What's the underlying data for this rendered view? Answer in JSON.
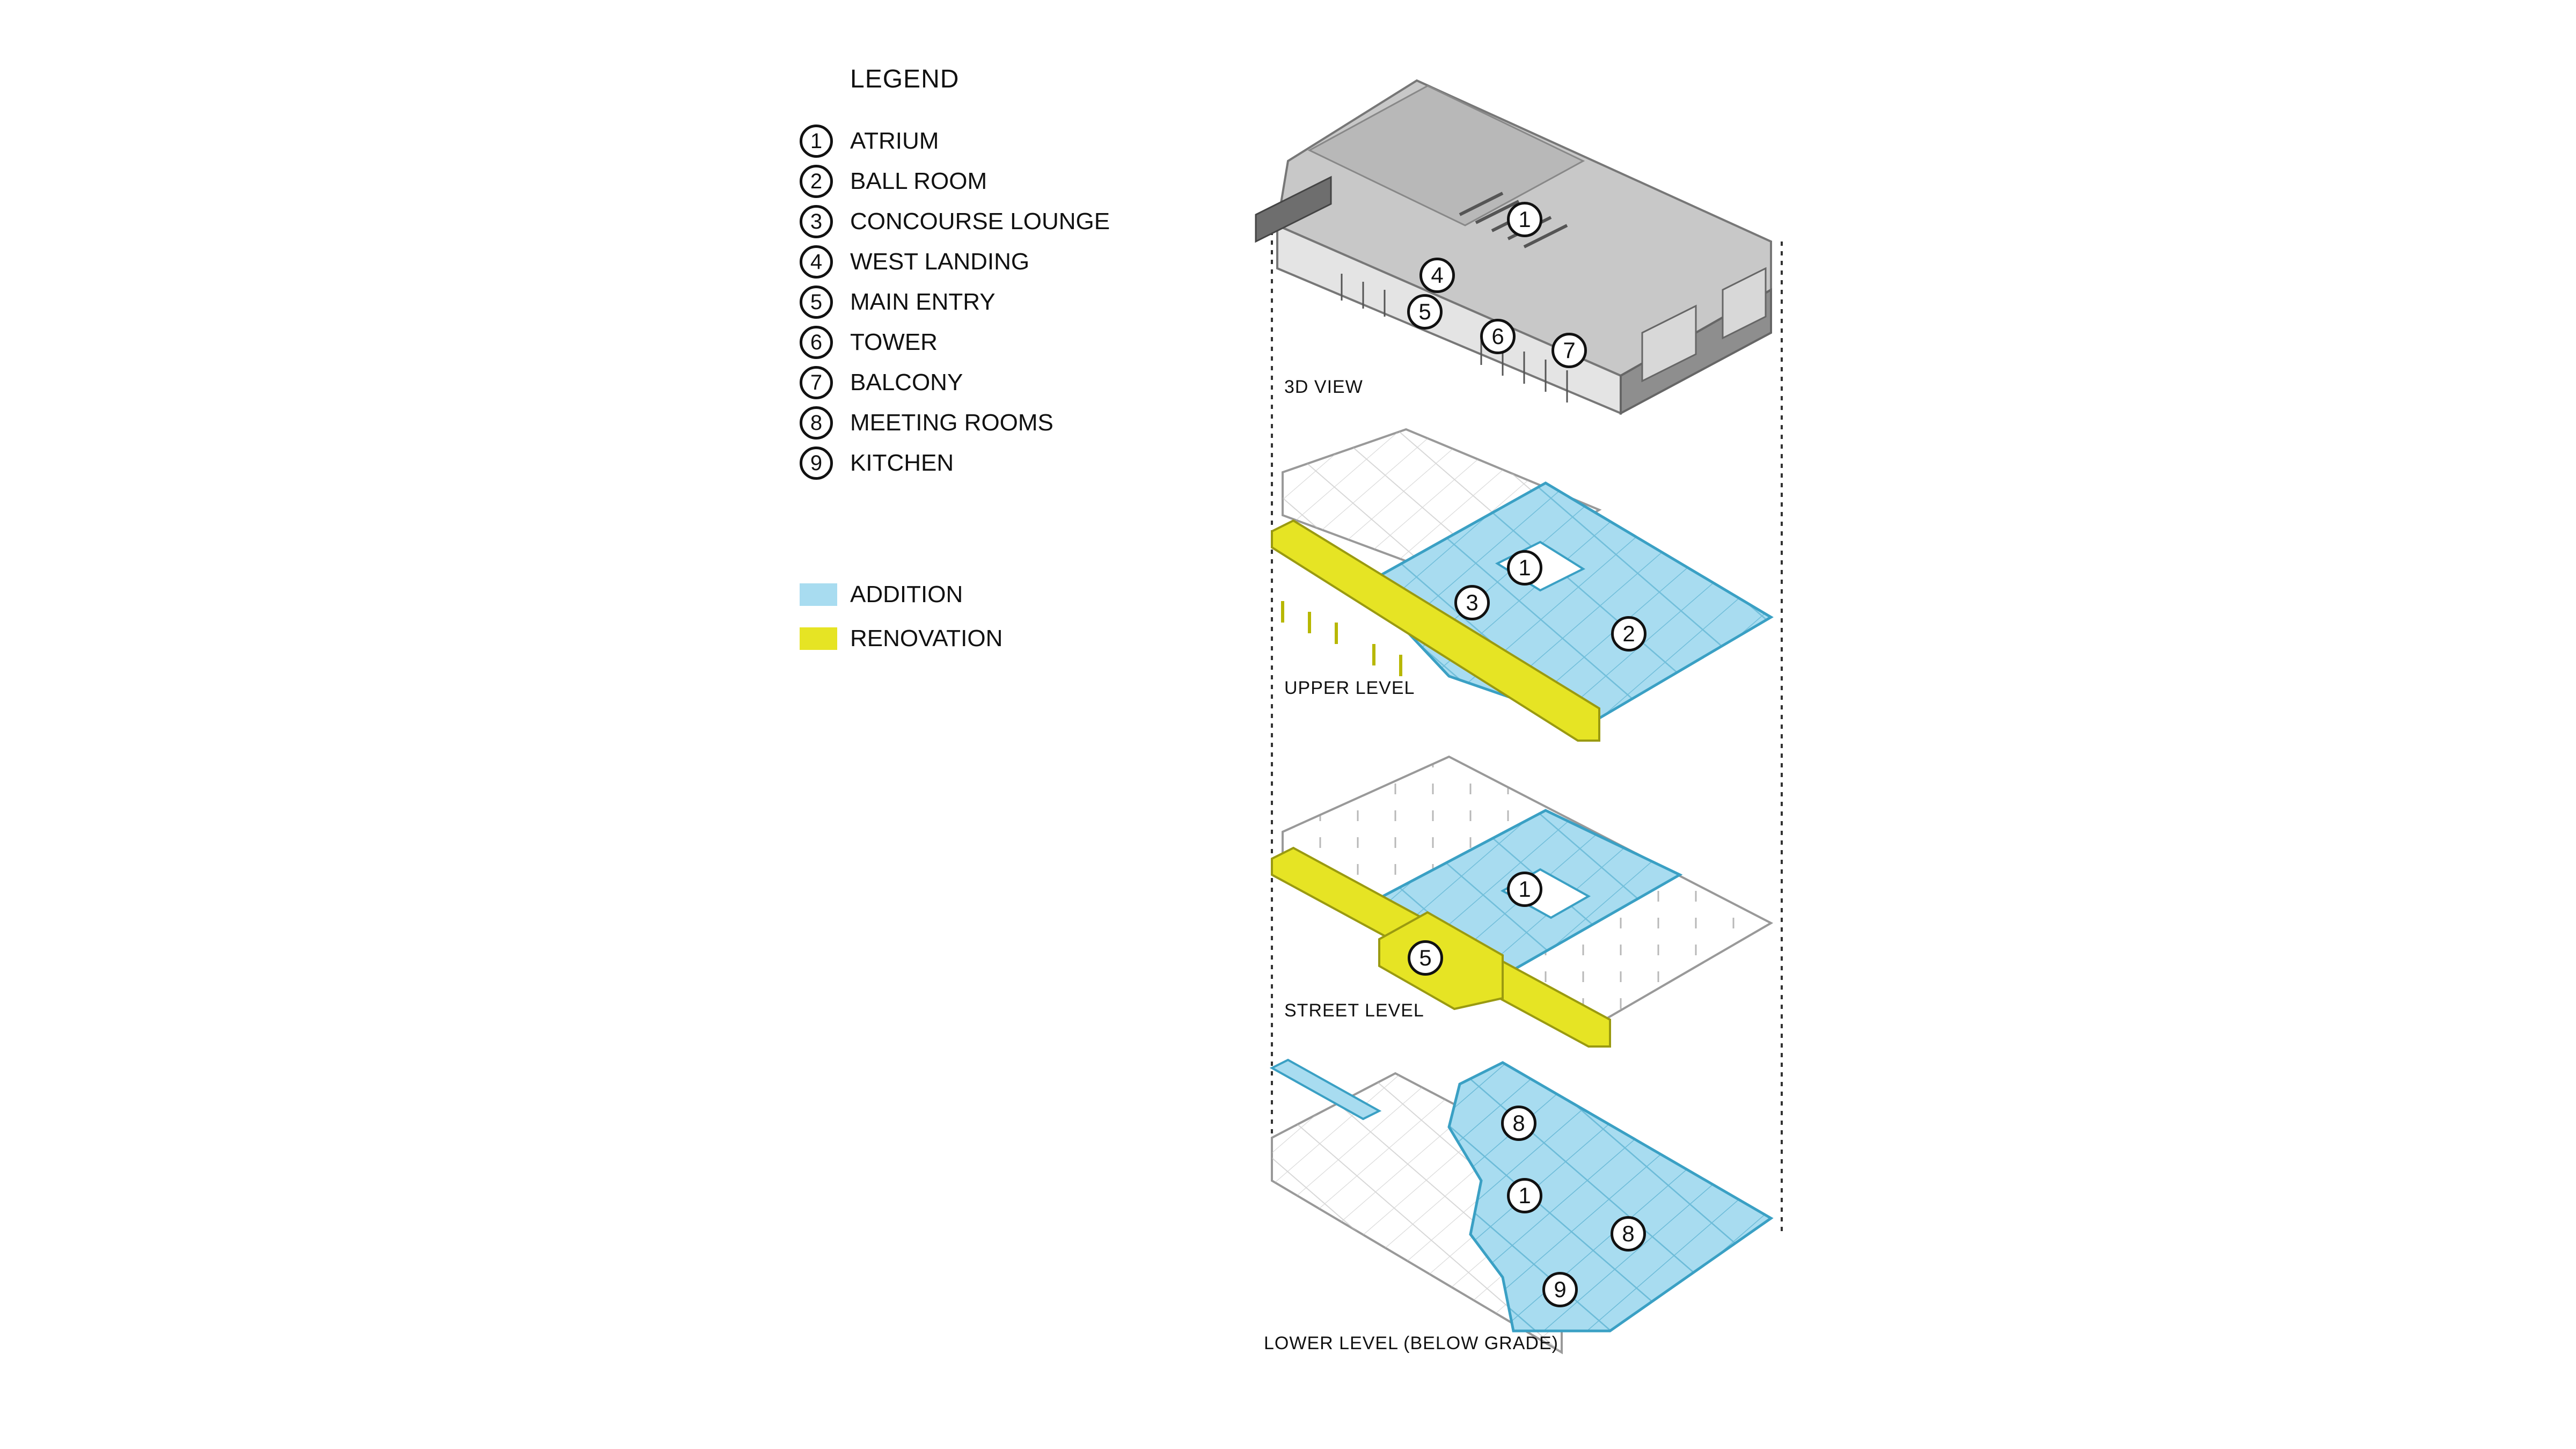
{
  "legend": {
    "title": "LEGEND",
    "items": [
      {
        "num": "1",
        "label": "ATRIUM"
      },
      {
        "num": "2",
        "label": "BALL ROOM"
      },
      {
        "num": "3",
        "label": "CONCOURSE LOUNGE"
      },
      {
        "num": "4",
        "label": "WEST LANDING"
      },
      {
        "num": "5",
        "label": "MAIN ENTRY"
      },
      {
        "num": "6",
        "label": "TOWER"
      },
      {
        "num": "7",
        "label": "BALCONY"
      },
      {
        "num": "8",
        "label": "MEETING ROOMS"
      },
      {
        "num": "9",
        "label": "KITCHEN"
      }
    ],
    "key": [
      {
        "label": "ADDITION",
        "color": "#a8dcf0"
      },
      {
        "label": "RENOVATION",
        "color": "#e6e424"
      }
    ]
  },
  "levels": {
    "view3d": "3D VIEW",
    "upper": "UPPER LEVEL",
    "street": "STREET LEVEL",
    "lower": "LOWER LEVEL (BELOW GRADE)"
  },
  "badges": {
    "view3d": [
      "1",
      "4",
      "5",
      "6",
      "7"
    ],
    "upper": [
      "1",
      "3",
      "2"
    ],
    "street": [
      "1",
      "5"
    ],
    "lower": [
      "8",
      "1",
      "8",
      "9"
    ]
  },
  "colors": {
    "addition": "#a8dcf0",
    "addition_edge": "#3aa0c4",
    "renovation": "#e6e424",
    "renovation_edge": "#9a9a10",
    "massing": "#c8c8c8",
    "massing_dark": "#8e8e8e"
  }
}
